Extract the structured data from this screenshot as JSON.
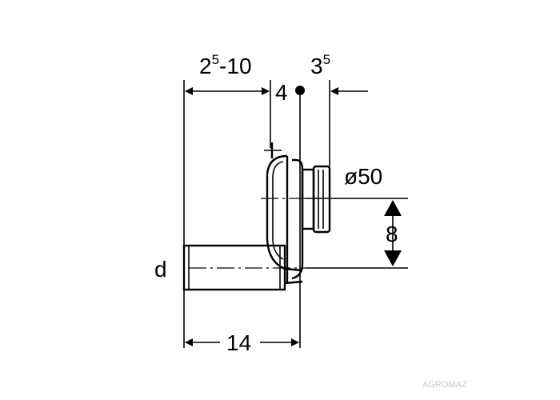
{
  "labels": {
    "dim_top_left_base": "2",
    "dim_top_left_sup": "5",
    "dim_top_left_rest": "-10",
    "dim_top_right_base": "3",
    "dim_top_right_sup": "5",
    "dim_4": "4",
    "dim_diameter": "ø50",
    "dim_height": "8",
    "dim_d": "d",
    "dim_bottom": "14"
  },
  "watermark": "AGROMAZ",
  "colors": {
    "ink": "#000000",
    "watermark": "#c8c8c8"
  }
}
